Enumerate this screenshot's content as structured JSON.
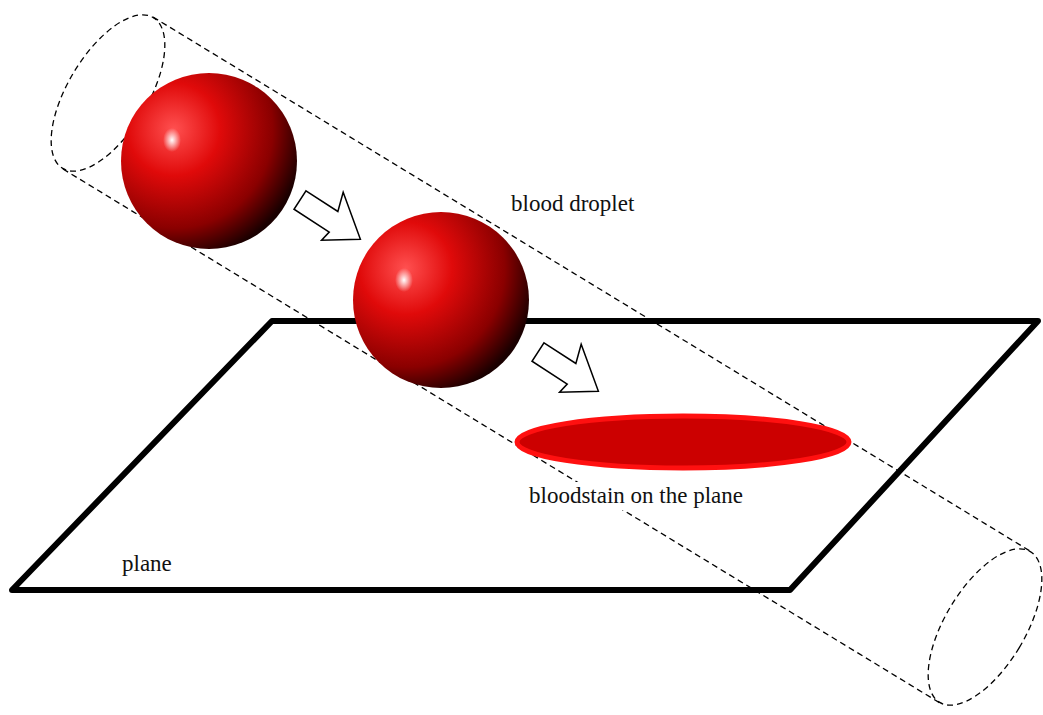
{
  "diagram": {
    "labels": [
      "blood droplet",
      "bloodstain on the plane",
      "plane"
    ]
  }
}
